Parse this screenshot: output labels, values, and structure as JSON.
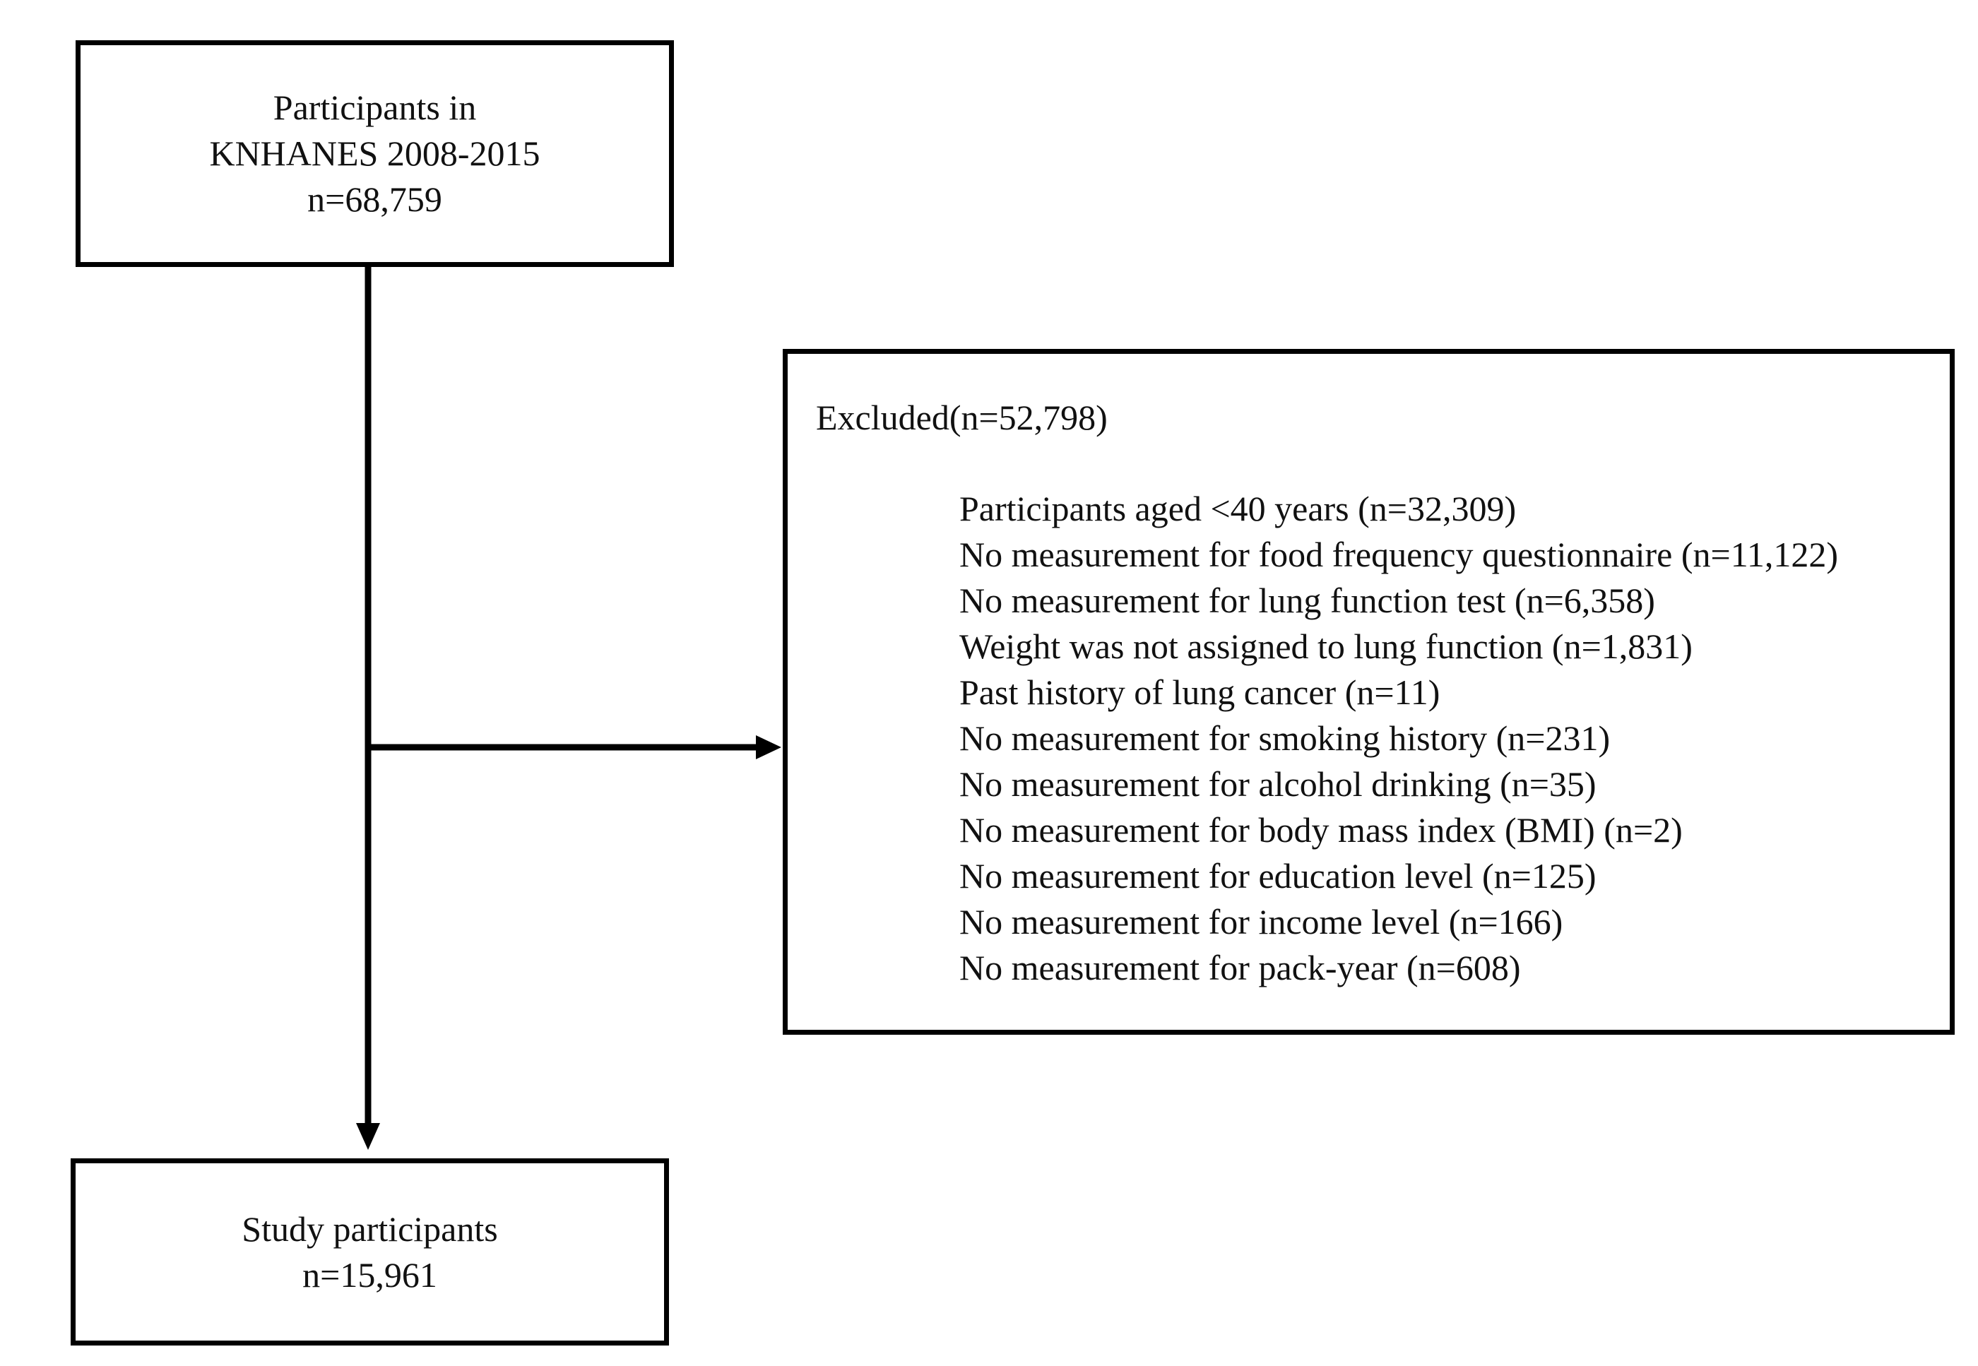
{
  "top_box": {
    "lines": [
      "Participants in",
      "KNHANES 2008-2015",
      "n=68,759"
    ]
  },
  "excluded_box": {
    "title": "Excluded(n=52,798)",
    "items": [
      "Participants aged <40 years (n=32,309)",
      "No measurement for food frequency questionnaire (n=11,122)",
      "No measurement for lung function test (n=6,358)",
      "Weight was not assigned to lung function (n=1,831)",
      "Past history of lung cancer (n=11)",
      "No measurement for smoking history (n=231)",
      "No measurement for alcohol drinking (n=35)",
      "No measurement for body mass index (BMI) (n=2)",
      "No measurement for education level (n=125)",
      "No measurement for income level (n=166)",
      "No measurement for pack-year (n=608)"
    ]
  },
  "bottom_box": {
    "lines": [
      "Study participants",
      "n=15,961"
    ]
  },
  "colors": {
    "stroke": "#000000",
    "text": "#111111",
    "background": "#ffffff"
  }
}
